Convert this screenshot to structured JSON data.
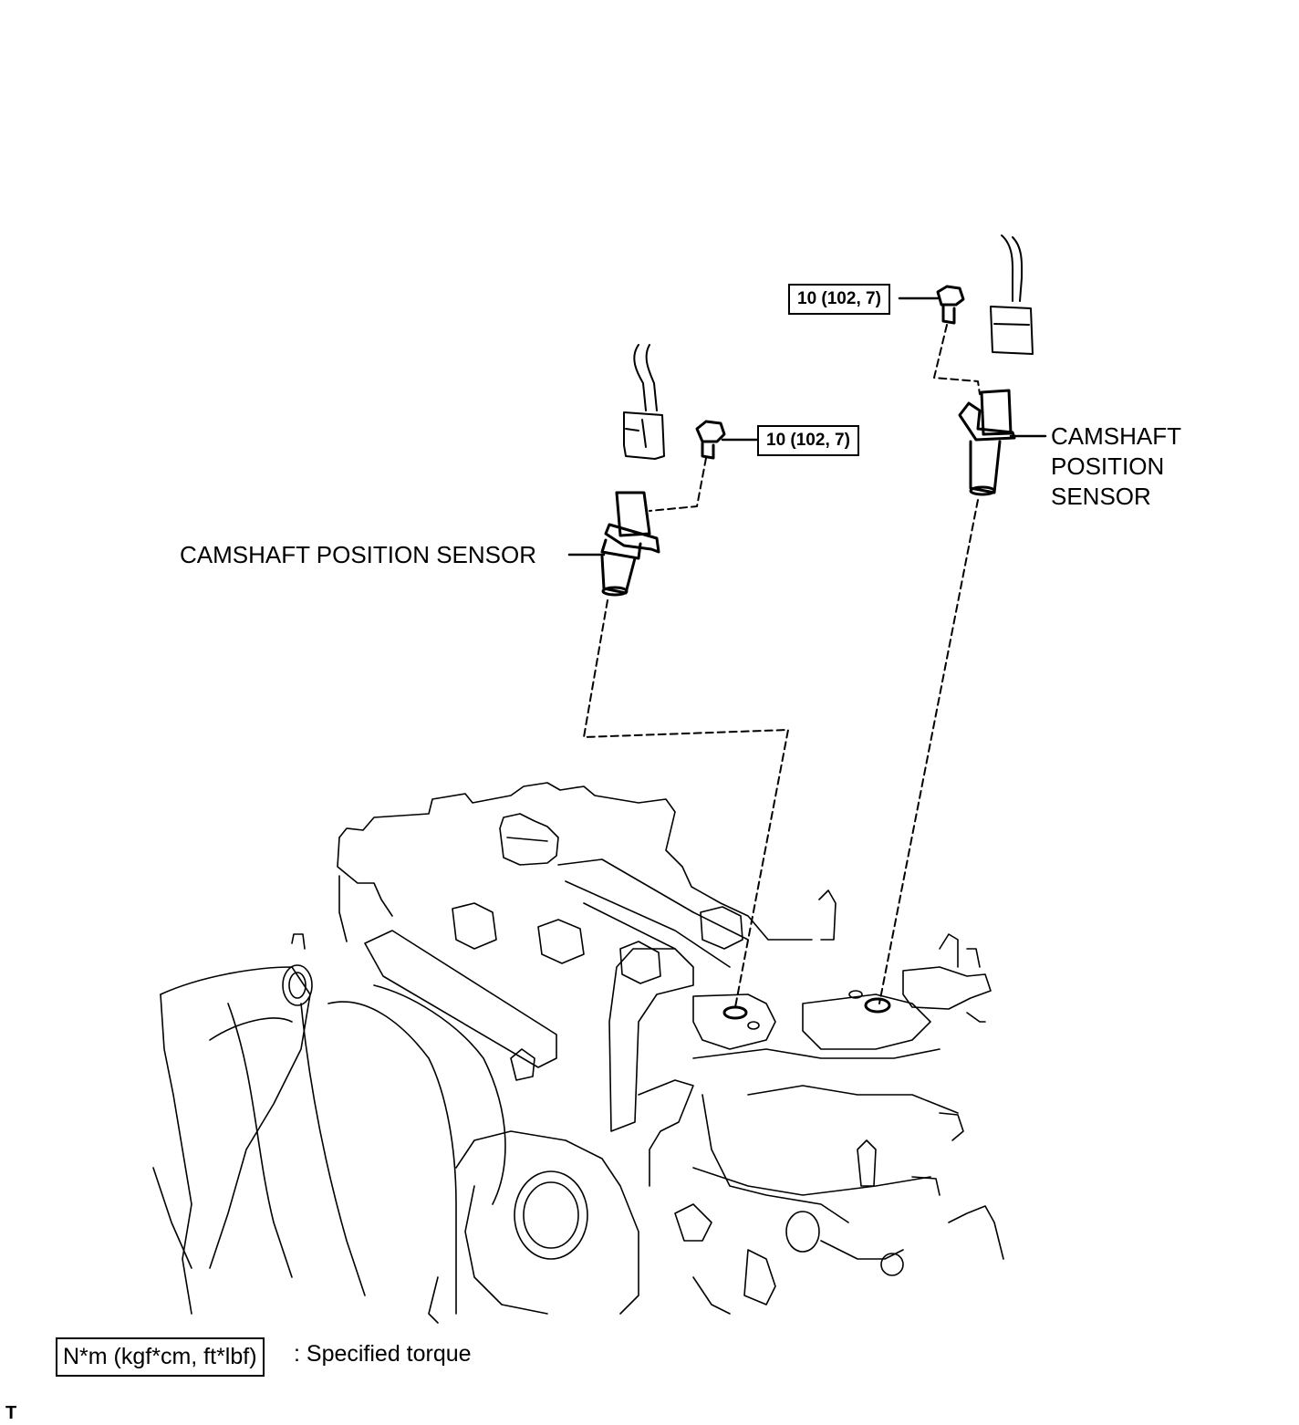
{
  "callouts": {
    "sensor_left": "CAMSHAFT POSITION SENSOR",
    "sensor_right": "CAMSHAFT\nPOSITION\nSENSOR",
    "torque_left": "10 (102, 7)",
    "torque_right": "10 (102, 7)"
  },
  "legend": {
    "unit_box": "N*m (kgf*cm, ft*lbf)",
    "description": ": Specified torque"
  },
  "corner_mark": "T",
  "colors": {
    "line": "#000000",
    "background": "#ffffff"
  }
}
